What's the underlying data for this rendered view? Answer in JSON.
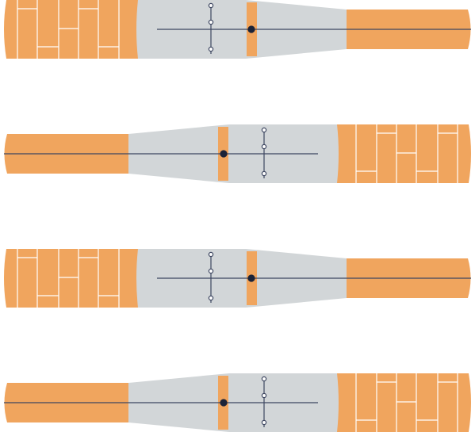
{
  "colors": {
    "orange": "#f0a55e",
    "gray": "#d2d6d8",
    "tile_line": "#ffffff",
    "axis_line": "#3d4660",
    "dot": "#1b2338",
    "marker_fill": "#ffffff",
    "background": "#ffffff"
  },
  "panels": [
    {
      "name": "panel-1",
      "orientation": "tiles-left"
    },
    {
      "name": "panel-2",
      "orientation": "tiles-right"
    },
    {
      "name": "panel-3",
      "orientation": "tiles-left"
    },
    {
      "name": "panel-4",
      "orientation": "tiles-right"
    }
  ]
}
